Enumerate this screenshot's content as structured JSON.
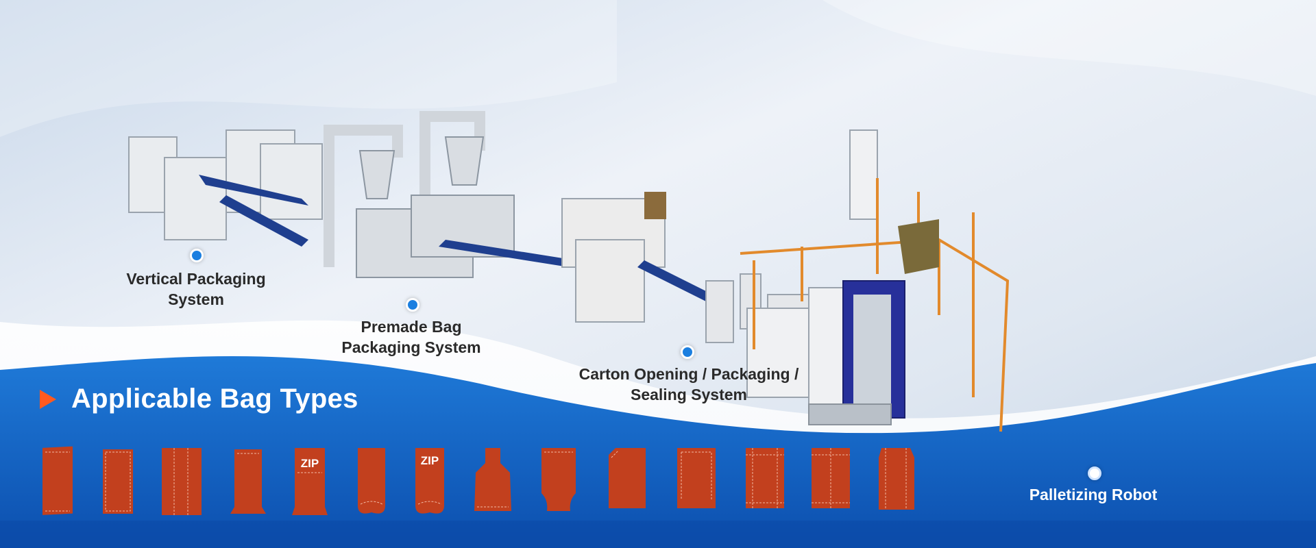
{
  "colors": {
    "accent_orange": "#ff5a1f",
    "brand_blue": "#1565c8",
    "bag_red": "#c2401e",
    "marker_blue": "#1b7fe0"
  },
  "stations": [
    {
      "line1": "Vertical Packaging",
      "line2": "System"
    },
    {
      "line1": "Premade Bag",
      "line2": "Packaging System"
    },
    {
      "line1": "Carton Opening / Packaging /",
      "line2": "Sealing System"
    },
    {
      "line1": "Palletizing Robot",
      "line2": ""
    }
  ],
  "bag_section": {
    "title": "Applicable Bag Types",
    "bags": [
      {
        "icon": "pillow-bag-icon",
        "text": ""
      },
      {
        "icon": "flat-pouch-icon",
        "text": ""
      },
      {
        "icon": "gusset-bag-icon",
        "text": ""
      },
      {
        "icon": "stand-up-pouch-icon",
        "text": ""
      },
      {
        "icon": "zip-stand-up-pouch-icon",
        "text": "ZIP"
      },
      {
        "icon": "round-bottom-pouch-icon",
        "text": ""
      },
      {
        "icon": "zip-round-bottom-pouch-icon",
        "text": "ZIP"
      },
      {
        "icon": "spout-shaped-pouch-icon",
        "text": ""
      },
      {
        "icon": "shaped-pouch-icon",
        "text": ""
      },
      {
        "icon": "corner-cut-pouch-icon",
        "text": ""
      },
      {
        "icon": "three-side-seal-bag-icon",
        "text": ""
      },
      {
        "icon": "four-side-seal-bag-icon",
        "text": ""
      },
      {
        "icon": "back-seal-bag-icon",
        "text": ""
      },
      {
        "icon": "flat-bottom-bag-icon",
        "text": ""
      }
    ]
  }
}
